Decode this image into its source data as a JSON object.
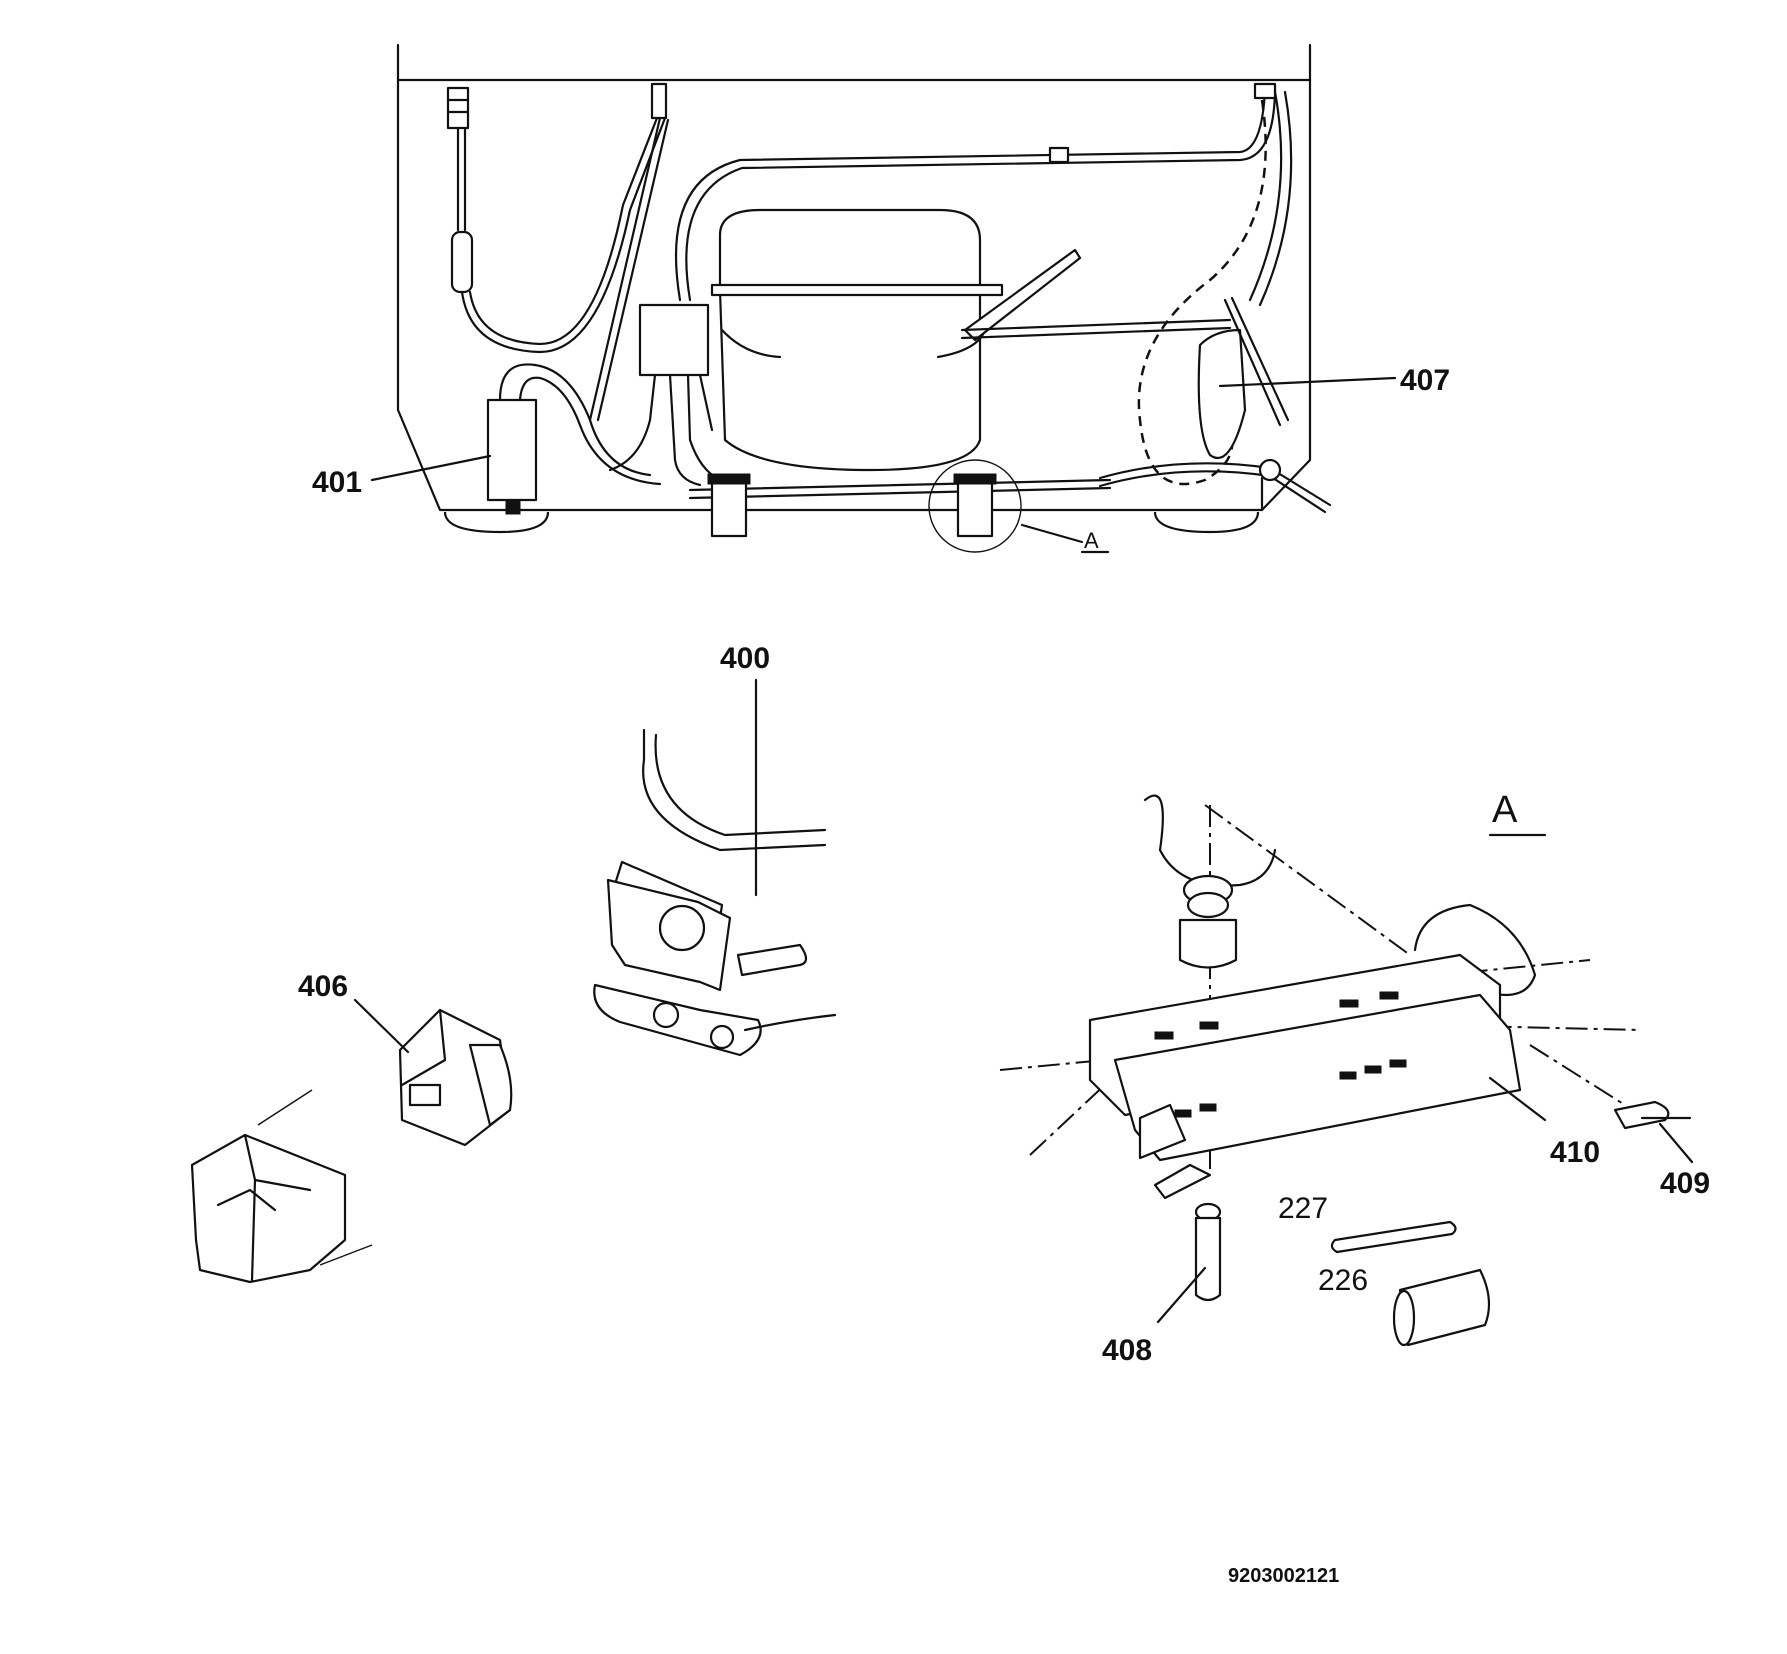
{
  "labels": {
    "p401": "401",
    "p407": "407",
    "p400": "400",
    "p406": "406",
    "p410": "410",
    "p409": "409",
    "p227": "227",
    "p226": "226",
    "p408": "408"
  },
  "detail": {
    "callout": "A",
    "view_title": "A"
  },
  "doc_number": "9203002121"
}
